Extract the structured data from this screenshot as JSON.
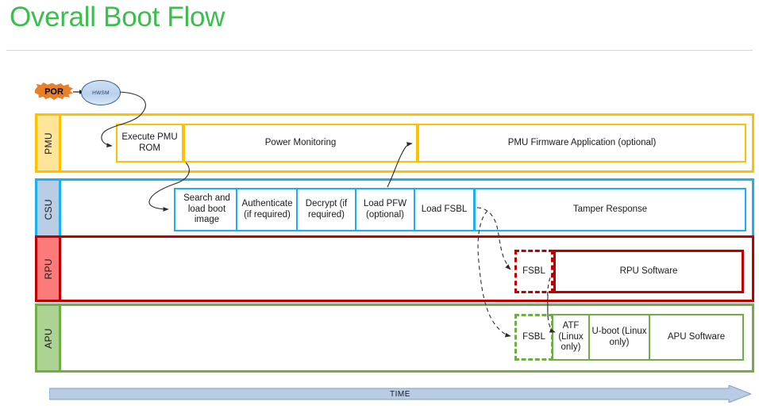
{
  "slide": {
    "title": "Overall Boot Flow",
    "title_color": "#3dbd4e"
  },
  "diagram": {
    "start": {
      "por_label": "POR",
      "por_color": "#e8802a",
      "hwsm_label": "HWSM",
      "hwsm_color": "#b8d2ec"
    },
    "time_axis": {
      "label": "TIME",
      "color": "#b3c6e0"
    },
    "lanes": [
      {
        "id": "pmu",
        "label": "PMU",
        "color": "#ffc000",
        "fill": "#ffe59a",
        "stages": [
          {
            "name": "execute-pmu-rom",
            "text": "Execute PMU ROM"
          },
          {
            "name": "power-monitoring",
            "text": "Power Monitoring"
          },
          {
            "name": "pmu-firmware-application",
            "text": "PMU Firmware Application (optional)"
          }
        ]
      },
      {
        "id": "csu",
        "label": "CSU",
        "color": "#1cb0f0",
        "fill": "#b9cde5",
        "stages": [
          {
            "name": "search-and-load-boot-image",
            "text": "Search and load boot image"
          },
          {
            "name": "authenticate",
            "text": "Authenticate (if required)"
          },
          {
            "name": "decrypt",
            "text": "Decrypt (if required)"
          },
          {
            "name": "load-pfw",
            "text": "Load PFW (optional)"
          },
          {
            "name": "load-fsbl",
            "text": "Load FSBL"
          },
          {
            "name": "tamper-response",
            "text": "Tamper Response"
          }
        ]
      },
      {
        "id": "rpu",
        "label": "RPU",
        "color": "#c00000",
        "fill": "#fb7b7b",
        "stages": [
          {
            "name": "rpu-fsbl",
            "text": "FSBL",
            "style": "dashed"
          },
          {
            "name": "rpu-software",
            "text": "RPU Software",
            "style": "solid"
          }
        ]
      },
      {
        "id": "apu",
        "label": "APU",
        "color": "#70ad47",
        "fill": "#acd294",
        "stages": [
          {
            "name": "apu-fsbl",
            "text": "FSBL",
            "style": "dashed"
          },
          {
            "name": "atf",
            "text": "ATF (Linux only)",
            "style": "solid"
          },
          {
            "name": "u-boot",
            "text": "U-boot (Linux only)",
            "style": "solid"
          },
          {
            "name": "apu-software",
            "text": "APU Software",
            "style": "solid"
          }
        ]
      }
    ]
  }
}
